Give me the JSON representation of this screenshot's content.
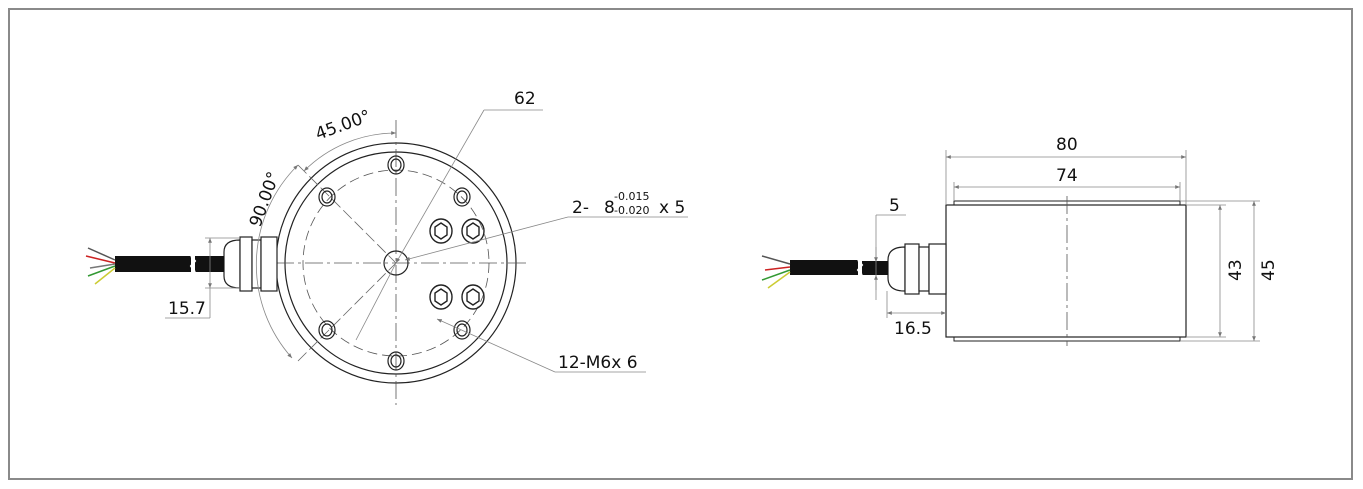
{
  "drawing": {
    "front_view": {
      "dim_diameter": "62",
      "dim_angle_45": "45.00°",
      "dim_angle_90": "90.00°",
      "dim_cable": "15.7",
      "pin_callout_prefix": "2-",
      "pin_callout_nominal": "8",
      "pin_tol_upper": "-0.015",
      "pin_tol_lower": "-0.020",
      "pin_callout_depth": "x 5",
      "thread_callout": "12-M6x 6"
    },
    "side_view": {
      "dim_total_width": "80",
      "dim_body_width": "74",
      "dim_cable_offset": "5",
      "dim_gland_length": "16.5",
      "dim_height_inner": "43",
      "dim_height_total": "45"
    },
    "colors": {
      "line": "#222222",
      "dim_line": "#888888",
      "frame": "#8a8a8a",
      "cable": "#111111"
    }
  }
}
